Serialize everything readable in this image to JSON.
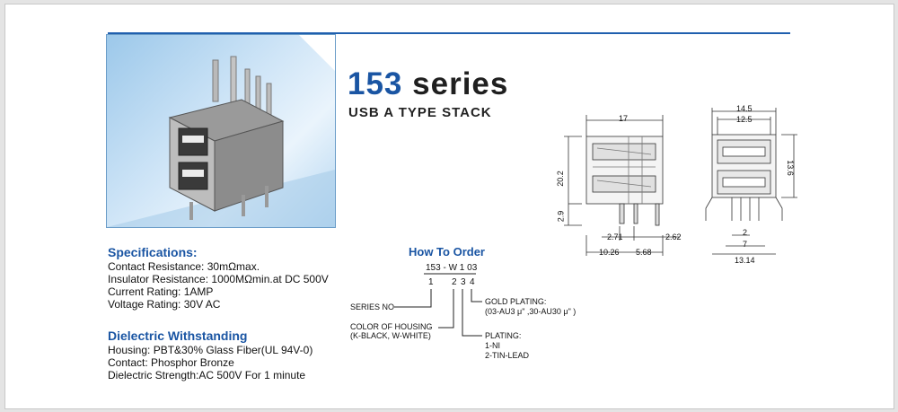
{
  "header": {
    "series_number": "153",
    "series_word": "series",
    "subtitle": "USB A TYPE STACK"
  },
  "specifications": {
    "heading": "Specifications:",
    "lines": [
      "Contact Resistance: 30mΩmax.",
      "Insulator Resistance: 1000MΩmin.at DC 500V",
      "Current Rating: 1AMP",
      "Voltage Rating: 30V AC"
    ]
  },
  "dielectric": {
    "heading": "Dielectric Withstanding",
    "lines": [
      "Housing: PBT&30% Glass Fiber(UL 94V-0)",
      "Contact: Phosphor Bronze",
      "Dielectric Strength:AC 500V For 1 minute"
    ]
  },
  "how_to_order": {
    "heading": "How To Order",
    "code": "153 - W 1 03",
    "positions": [
      "1",
      "2",
      "3",
      "4"
    ],
    "series_no": "SERIES NO",
    "color_title": "COLOR OF HOUSING",
    "color_options": "(K-BLACK, W-WHITE)",
    "plating_title": "PLATING:",
    "plating_1": "1-NI",
    "plating_2": "2-TIN-LEAD",
    "gold_title": "GOLD PLATING:",
    "gold_options": "(03-AU3 μ\" ,30-AU30 μ\" )"
  },
  "side_view_dims": {
    "width": "17",
    "height": "20.2",
    "lower_height": "2.9",
    "d1": "2.71",
    "d2": "2.62",
    "d3": "10.26",
    "d4": "5.68"
  },
  "front_view_dims": {
    "outer": "14.5",
    "inner": "12.5",
    "height": "13.6",
    "pitch": "2",
    "span": "7",
    "base": "13.14"
  }
}
